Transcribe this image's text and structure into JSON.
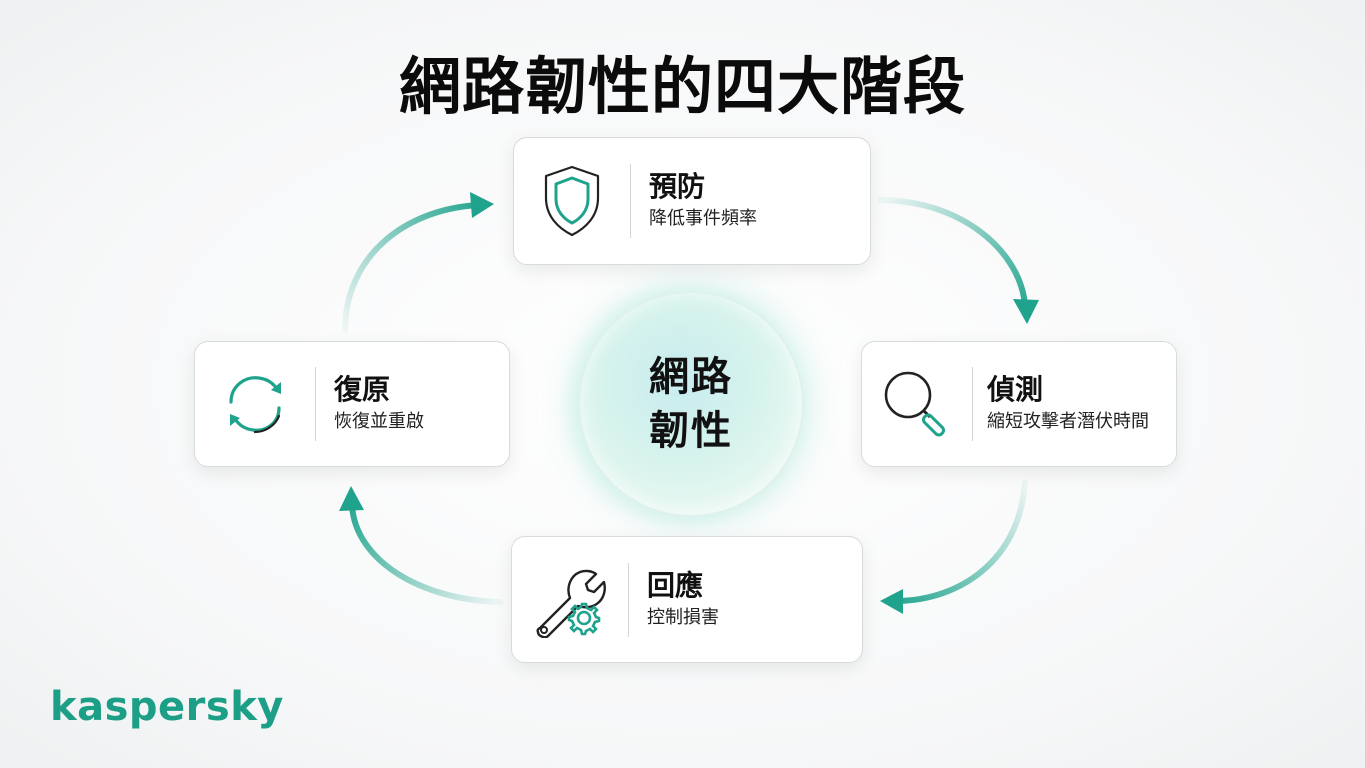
{
  "title": "網路韌性的四大階段",
  "center": {
    "line1": "網路",
    "line2": "韌性"
  },
  "stages": [
    {
      "title": "預防",
      "subtitle": "降低事件頻率",
      "icon": "shield-icon"
    },
    {
      "title": "偵測",
      "subtitle": "縮短攻擊者潛伏時間",
      "icon": "magnifier-icon"
    },
    {
      "title": "回應",
      "subtitle": "控制損害",
      "icon": "wrench-gear-icon"
    },
    {
      "title": "復原",
      "subtitle": "恢復並重啟",
      "icon": "refresh-icon"
    }
  ],
  "brand": {
    "name": "kaspersky"
  },
  "colors": {
    "accent": "#1fa38c",
    "accent_light": "#bfeee2"
  }
}
